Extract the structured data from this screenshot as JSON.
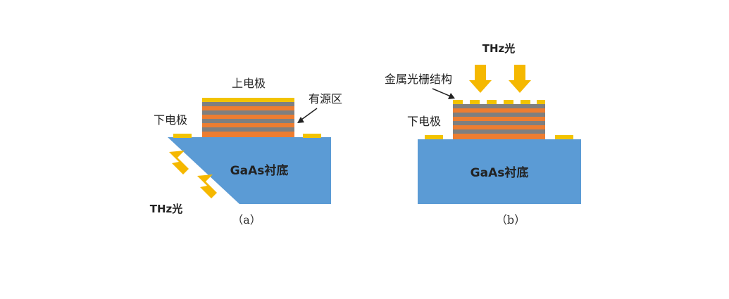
{
  "panel_a": {
    "top_electrode": "上电极",
    "bottom_electrode": "下电极",
    "active_region": "有源区",
    "substrate": "GaAs衬底",
    "thz_light": "THz光",
    "caption": "（a）"
  },
  "panel_b": {
    "grating": "金属光栅结构",
    "bottom_electrode": "下电极",
    "substrate": "GaAs衬底",
    "thz_light": "THz光",
    "caption": "（b）"
  },
  "colors": {
    "substrate": "#5b9bd5",
    "gold": "#f2c300",
    "orange_layer": "#ed7d31",
    "gray_layer": "#7f7f7f",
    "arrow": "#f5b800"
  }
}
